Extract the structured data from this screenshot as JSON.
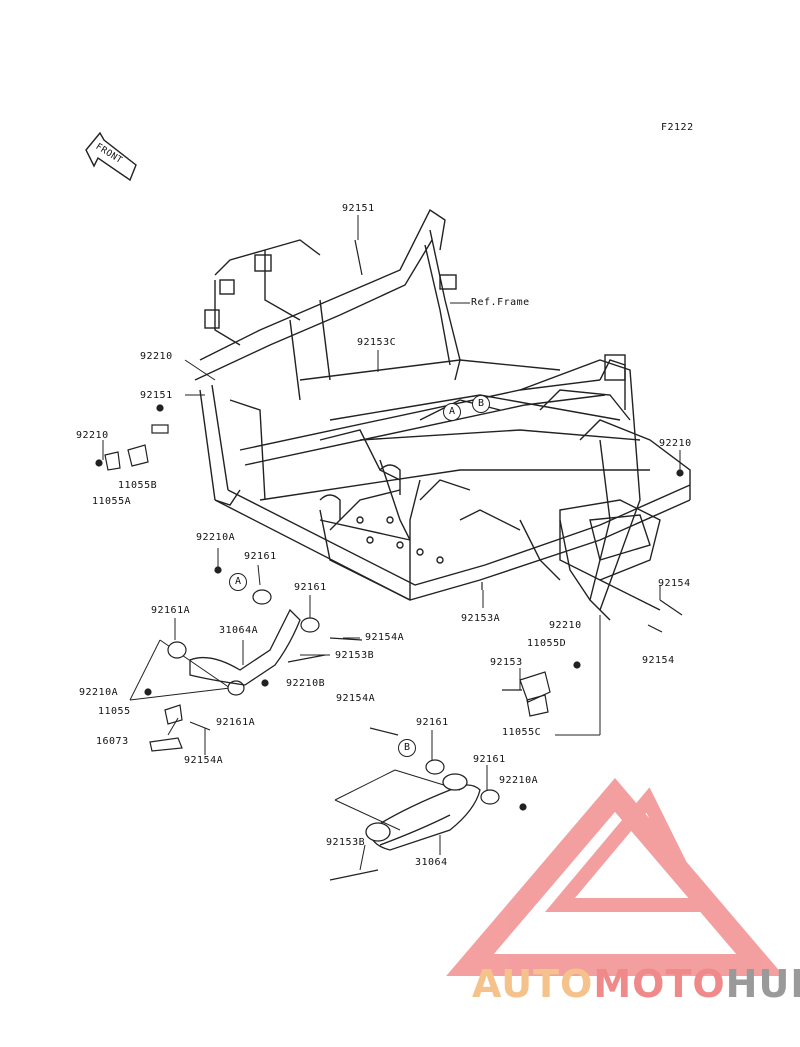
{
  "figure_code": "F2122",
  "front_label": "FRONT",
  "ref_label": "Ref.Frame",
  "circles": {
    "a1": "A",
    "b1": "B",
    "a2": "A",
    "b2": "B"
  },
  "parts": {
    "p92151_top": "92151",
    "p92153C": "92153C",
    "p92210_left": "92210",
    "p92151_left": "92151",
    "p92210_far": "92210",
    "p11055B": "11055B",
    "p11055A": "11055A",
    "p92210_right": "92210",
    "p92210A_mid": "92210A",
    "p92161_a": "92161",
    "p92161_b": "92161",
    "p92161A_top": "92161A",
    "p31064A": "31064A",
    "p92154A_mid": "92154A",
    "p92153B_mid": "92153B",
    "p92210B": "92210B",
    "p92210A_left": "92210A",
    "p11055": "11055",
    "p92161A_bot": "92161A",
    "p16073": "16073",
    "p92154A_bot": "92154A",
    "p92153A": "92153A",
    "p92210_lower": "92210",
    "p11055D": "11055D",
    "p92154_r": "92154",
    "p92154_rr": "92154",
    "p92153": "92153",
    "p11055C": "11055C",
    "p92154A_low": "92154A",
    "p92161_c": "92161",
    "p92161_d": "92161",
    "p92210A_right": "92210A",
    "p92153B_bot": "92153B",
    "p31064": "31064"
  },
  "watermark": {
    "auto": "AUTO",
    "moto": "MOTO",
    "hub": "HUB"
  },
  "colors": {
    "line": "#222222",
    "logo_red": "#f08080",
    "logo_orange": "#f6c28c",
    "logo_gray": "#9a9a9a"
  }
}
